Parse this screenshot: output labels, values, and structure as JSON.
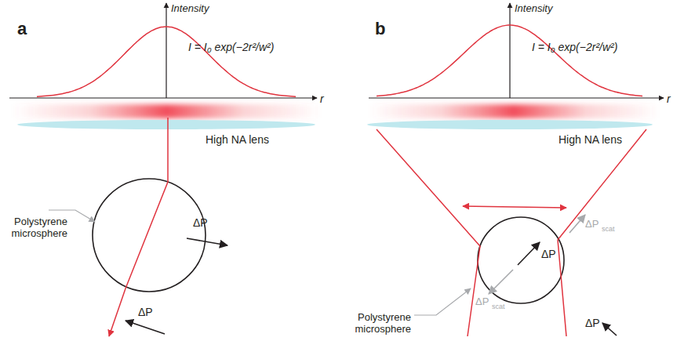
{
  "diagram": {
    "labels": [
      "a",
      "Intensity",
      "I = I₀ exp(−2r²/w²)",
      "r",
      "High NA lens",
      "Polystyrene microsphere",
      "ΔP",
      "ΔP",
      "b",
      "Intensity",
      "I = I₀ exp(−2r²/w²)",
      "r",
      "High NA lens",
      "Polystyrene microsphere",
      "ΔP",
      "scat",
      "ΔP",
      "ΔP",
      "scat",
      "ΔP"
    ]
  }
}
